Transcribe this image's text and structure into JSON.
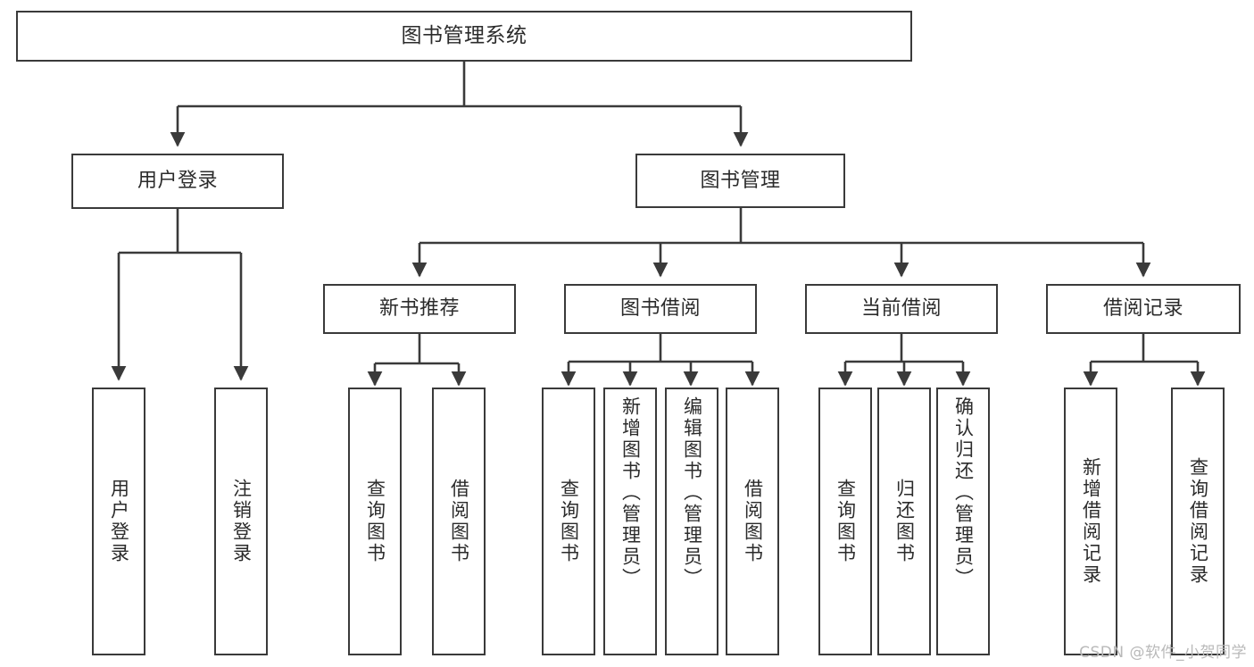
{
  "diagram": {
    "type": "tree",
    "title": "图书管理系统",
    "watermark": "CSDN @软件_小贺同学",
    "colors": {
      "stroke": "#3a3a3a",
      "fill": "#ffffff",
      "text": "#2b2b2b",
      "watermark": "#b9b9b9"
    },
    "nodes": {
      "root": {
        "label": "图书管理系统"
      },
      "level2": [
        {
          "label": "用户登录"
        },
        {
          "label": "图书管理"
        }
      ],
      "level3": [
        {
          "label": "新书推荐"
        },
        {
          "label": "图书借阅"
        },
        {
          "label": "当前借阅"
        },
        {
          "label": "借阅记录"
        }
      ],
      "leaves_user_login": [
        {
          "label": "用户登录"
        },
        {
          "label": "注销登录"
        }
      ],
      "leaves_new_book": [
        {
          "label": "查询图书"
        },
        {
          "label": "借阅图书"
        }
      ],
      "leaves_borrow": [
        {
          "label": "查询图书"
        },
        {
          "label": "新增图书（管理员）"
        },
        {
          "label": "编辑图书（管理员）"
        },
        {
          "label": "借阅图书"
        }
      ],
      "leaves_current": [
        {
          "label": "查询图书"
        },
        {
          "label": "归还图书"
        },
        {
          "label": "确认归还（管理员）"
        }
      ],
      "leaves_records": [
        {
          "label": "新增借阅记录"
        },
        {
          "label": "查询借阅记录"
        }
      ]
    }
  }
}
